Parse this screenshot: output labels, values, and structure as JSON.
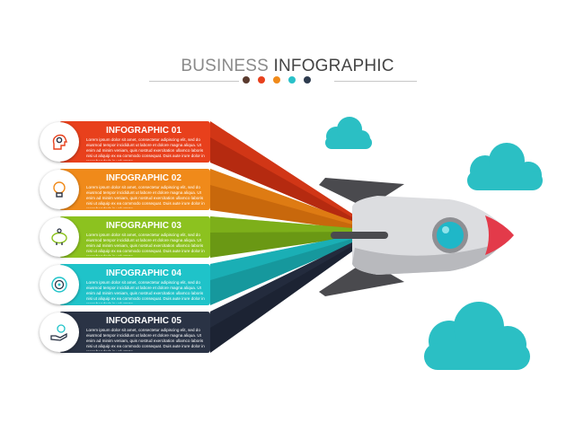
{
  "header": {
    "title_part1": "BUSINESS",
    "title_part2": "INFOGRAPHIC",
    "dot_colors": [
      "#5a3a2e",
      "#e8401c",
      "#f08a1a",
      "#29c1c9",
      "#2d3b4e"
    ]
  },
  "items": [
    {
      "label": "INFOGRAPHIC 01",
      "body": "Lorem ipsum dolor sit amet, consectetur adipiscing elit, sed do eiusmod tempor incididunt ut labore et dolore magna aliqua. Ut enim ad minim veniam, quis nostrud exercitation ullamco laboris nisi ut aliquip ex ea commodo consequat. Duis aute irure dolor in reprehenderit in voluptate",
      "color": "#e8401c",
      "icon": "gear-head-icon"
    },
    {
      "label": "INFOGRAPHIC 02",
      "body": "Lorem ipsum dolor sit amet, consectetur adipiscing elit, sed do eiusmod tempor incididunt ut labore et dolore magna aliqua. Ut enim ad minim veniam, quis nostrud exercitation ullamco laboris nisi ut aliquip ex ea commodo consequat. Duis aute irure dolor in reprehenderit in voluptate",
      "color": "#f08a1a",
      "icon": "lightbulb-icon"
    },
    {
      "label": "INFOGRAPHIC 03",
      "body": "Lorem ipsum dolor sit amet, consectetur adipiscing elit, sed do eiusmod tempor incididunt ut labore et dolore magna aliqua. Ut enim ad minim veniam, quis nostrud exercitation ullamco laboris nisi ut aliquip ex ea commodo consequat. Duis aute irure dolor in reprehenderit in voluptate",
      "color": "#8cc21f",
      "icon": "piggy-bank-icon"
    },
    {
      "label": "INFOGRAPHIC 04",
      "body": "Lorem ipsum dolor sit amet, consectetur adipiscing elit, sed do eiusmod tempor incididunt ut labore et dolore magna aliqua. Ut enim ad minim veniam, quis nostrud exercitation ullamco laboris nisi ut aliquip ex ea commodo consequat. Duis aute irure dolor in reprehenderit in voluptate",
      "color": "#1fc3c9",
      "icon": "target-icon"
    },
    {
      "label": "INFOGRAPHIC 05",
      "body": "Lorem ipsum dolor sit amet, consectetur adipiscing elit, sed do eiusmod tempor incididunt ut labore et dolore magna aliqua. Ut enim ad minim veniam, quis nostrud exercitation ullamco laboris nisi ut aliquip ex ea commodo consequat. Duis aute irure dolor in reprehenderit in voluptate",
      "color": "#2a3345",
      "icon": "hand-money-icon"
    }
  ],
  "ray_shades": [
    "#b52a10",
    "#c8680c",
    "#6a9814",
    "#16989d",
    "#1c2333"
  ],
  "cloud_color": "#2bbfc4",
  "rocket": {
    "body_color": "#dcdde0",
    "fin_color": "#4a4a4e",
    "nose_color": "#e33a4a",
    "window_color": "#1fb7c8"
  }
}
